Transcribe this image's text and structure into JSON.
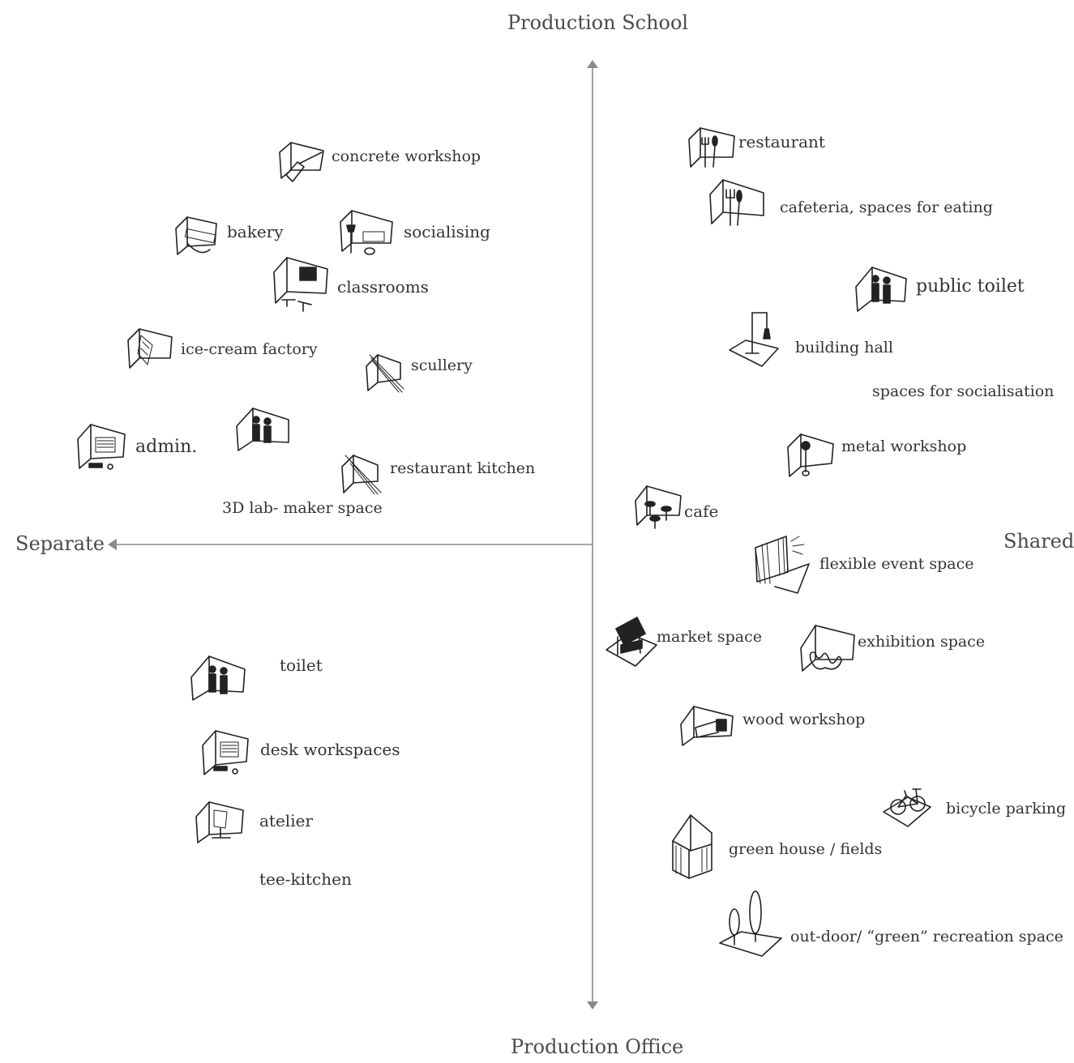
{
  "axes": {
    "top": "Production School",
    "bottom": "Production Office",
    "left": "Separate",
    "right": "Shared",
    "color": "#8a8a8a"
  },
  "spaces": {
    "concrete_workshop": "concrete workshop",
    "bakery": "bakery",
    "socialising": "socialising",
    "classrooms": "classrooms",
    "ice_cream_factory": "ice-cream factory",
    "scullery": "scullery",
    "admin": "admin.",
    "restaurant_kitchen": "restaurant kitchen",
    "lab_maker_space": "3D lab- maker space",
    "toilet": "toilet",
    "desk_workspaces": "desk workspaces",
    "atelier": "atelier",
    "tee_kitchen": "tee-kitchen",
    "restaurant": "restaurant",
    "cafeteria": "cafeteria, spaces for eating",
    "public_toilet": "public toilet",
    "building_hall": "building hall",
    "spaces_socialisation": "spaces for socialisation",
    "metal_workshop": "metal workshop",
    "cafe": "cafe",
    "flexible_event_space": "flexible event space",
    "market_space": "market space",
    "exhibition_space": "exhibition space",
    "wood_workshop": "wood workshop",
    "bicycle_parking": "bicycle parking",
    "green_house": "green house / fields",
    "outdoor_recreation": "out-door/ “green” recreation space"
  },
  "icons": [
    "concrete-trowel-icon",
    "rolling-pin-icon",
    "lamp-sofa-icon",
    "blackboard-desk-icon",
    "ice-cream-machine-icon",
    "scullery-hatch-icon",
    "computer-desk-icon",
    "people-icon",
    "kitchen-hatch-icon",
    "people-icon",
    "computer-desk-icon",
    "easel-icon",
    "cutlery-icon",
    "cutlery-icon",
    "people-icon",
    "gallows-crane-icon",
    "wrench-icon",
    "cafe-tables-icon",
    "stage-curtain-icon",
    "market-stall-icon",
    "sculpture-icon",
    "saw-icon",
    "bicycle-icon",
    "greenhouse-icon",
    "trees-icon"
  ]
}
